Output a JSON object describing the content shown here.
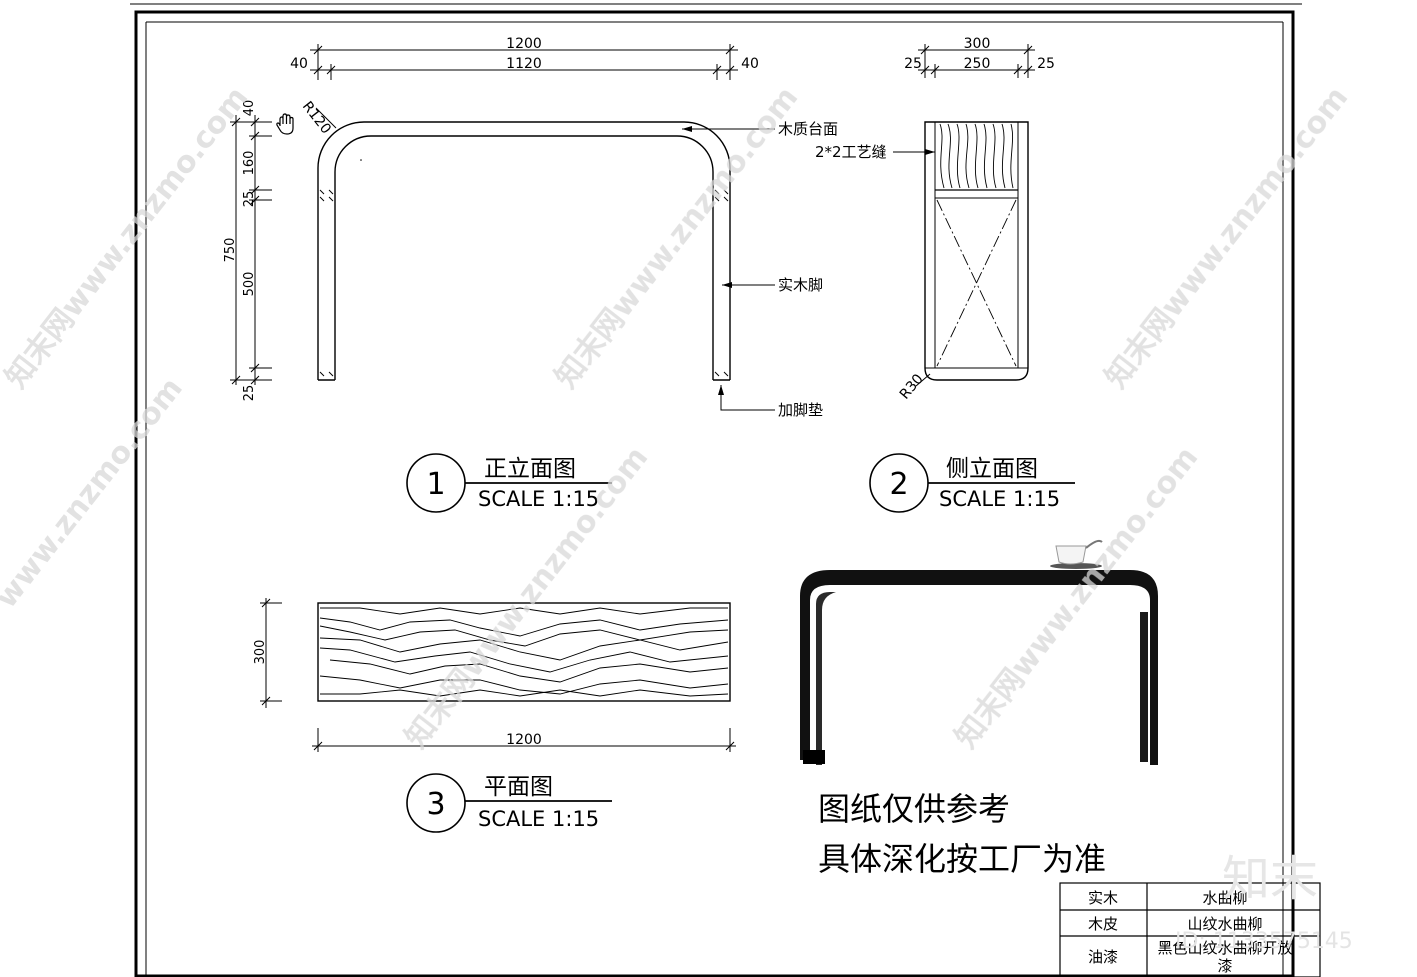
{
  "view1": {
    "dims_top": {
      "overall": "1200",
      "inner": "1120",
      "left": "40",
      "right": "40"
    },
    "radius": "R120",
    "dims_left": {
      "d40": "40",
      "d160": "160",
      "d25a": "25",
      "overall": "750",
      "d500": "500",
      "d25b": "25"
    },
    "callouts": {
      "top": "木质台面",
      "leg": "实木脚",
      "pad": "加脚垫"
    },
    "number": "1",
    "title": "正立面图",
    "scale": "SCALE 1:15"
  },
  "view2": {
    "dims_top": {
      "overall": "300",
      "inner": "250",
      "left": "25",
      "right": "25"
    },
    "callout_seam": "2*2工艺缝",
    "radius": "R30",
    "number": "2",
    "title": "侧立面图",
    "scale": "SCALE 1:15"
  },
  "view3": {
    "dim_height": "300",
    "dim_width": "1200",
    "number": "3",
    "title": "平面图",
    "scale": "SCALE 1:15"
  },
  "note": {
    "line1": "图纸仅供参考",
    "line2": "具体深化按工厂为准"
  },
  "material_table": {
    "rows": [
      {
        "item": "实木",
        "spec": "水曲柳"
      },
      {
        "item": "木皮",
        "spec": "山纹水曲柳"
      },
      {
        "item": "油漆",
        "spec": "黑色山纹水曲柳开放",
        "spec_line2": "漆"
      }
    ]
  },
  "watermark": {
    "site": "知末网www.znzmo.com",
    "site_short": "www.znzmo.com",
    "brand": "知末",
    "id": "ID: 1133575145"
  },
  "colors": {
    "line": "#000000",
    "watermark": "#d8d8d8"
  },
  "icons": {
    "cursor": "hand-cursor-icon"
  }
}
